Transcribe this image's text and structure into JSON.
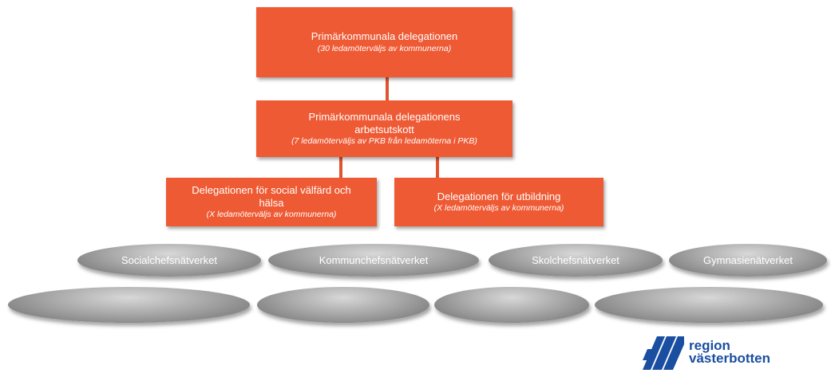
{
  "nodes": {
    "top": {
      "title": "Primärkommunala delegationen",
      "subtitle": "(30 ledamöterväljs av kommunerna)"
    },
    "au": {
      "title_line1": "Primärkommunala delegationens",
      "title_line2": "arbetsutskott",
      "subtitle": "(7 ledamöterväljs av PKB från ledamöterna i PKB)"
    },
    "social": {
      "title_line1": "Delegationen för social välfärd och",
      "title_line2": "hälsa",
      "subtitle": "(X ledamöterväljs av kommunerna)"
    },
    "utbildning": {
      "title": "Delegationen för utbildning",
      "subtitle": "(X ledamöterväljs av kommunerna)"
    }
  },
  "networks": [
    "Socialchefsnätverket",
    "Kommunchefsnätverket",
    "Skolchefsnätverket",
    "Gymnasienätverket"
  ],
  "logo": {
    "line1": "region",
    "line2": "västerbotten",
    "icon": "region-vasterbotten-logo-mark"
  },
  "colors": {
    "box": "#ee5a34",
    "ellipse": "#9a9a9a",
    "logo": "#1a4ea0"
  }
}
